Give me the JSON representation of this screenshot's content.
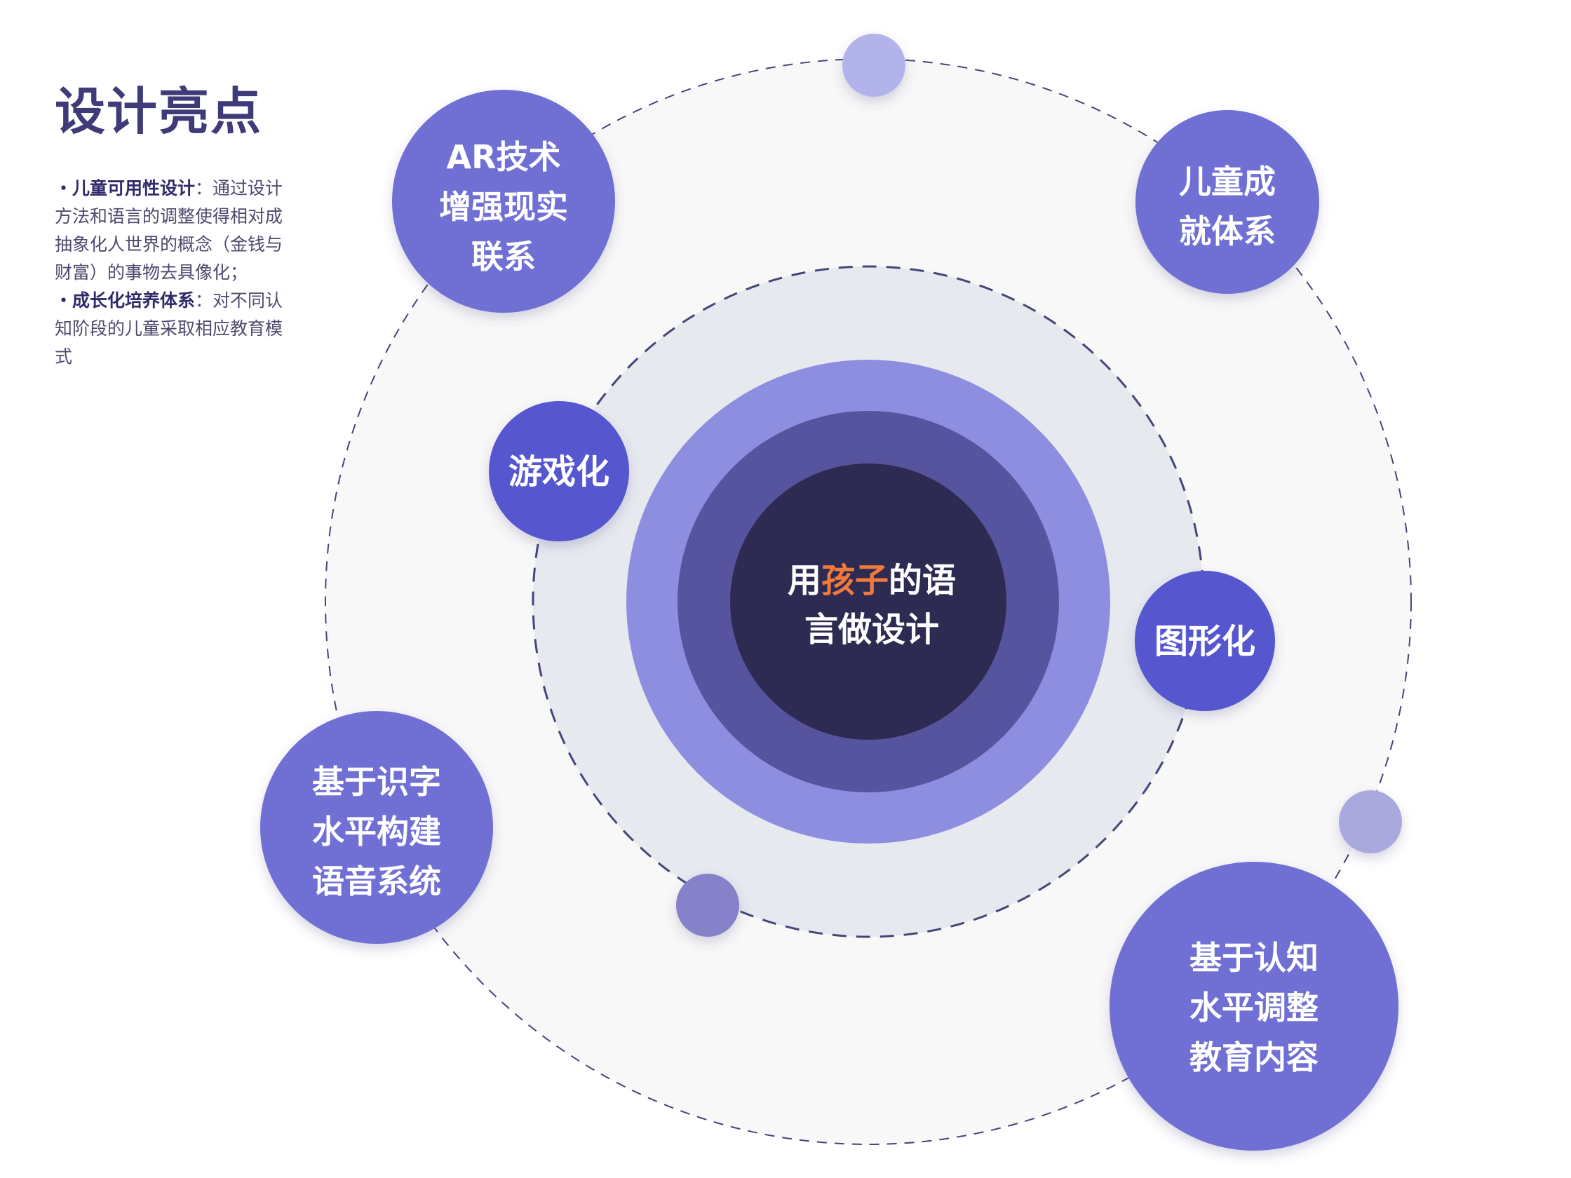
{
  "sidebar": {
    "title": "设计亮点",
    "points": [
      {
        "label": "・儿童可用性设计",
        "sep": "：",
        "text": "通过设计方法和语言的调整使得相对成抽象化人世界的概念（金钱与财富）的事物去具像化；"
      },
      {
        "label": "・成长化培养体系",
        "sep": "：",
        "text": "对不同认知阶段的儿童采取相应教育模式"
      }
    ]
  },
  "center": {
    "line1_prefix": "用",
    "line1_accent": "孩子",
    "line1_suffix": "的语",
    "line2": "言做设计"
  },
  "inner_nodes": [
    {
      "text": "游戏化"
    },
    {
      "text": "图形化"
    }
  ],
  "outer_nodes": [
    {
      "lines": [
        "AR技术",
        "增强现实",
        "联系"
      ]
    },
    {
      "lines": [
        "儿童成",
        "就体系"
      ]
    },
    {
      "lines": [
        "基于识字",
        "水平构建",
        "语音系统"
      ]
    },
    {
      "lines": [
        "基于认知",
        "水平调整",
        "教育内容"
      ]
    }
  ],
  "colors": {
    "outer_node": "#7070d4",
    "inner_node": "#5656cf",
    "ring_outer": "#8e8ee0",
    "ring_mid": "#57549f",
    "core": "#2e2b52",
    "orbit_inner_fill": "#e6e9ee",
    "orbit_outer_fill": "#f8f8f8",
    "dashes": "#45457a",
    "accent": "#ef7a3c",
    "title": "#3f3a78"
  }
}
